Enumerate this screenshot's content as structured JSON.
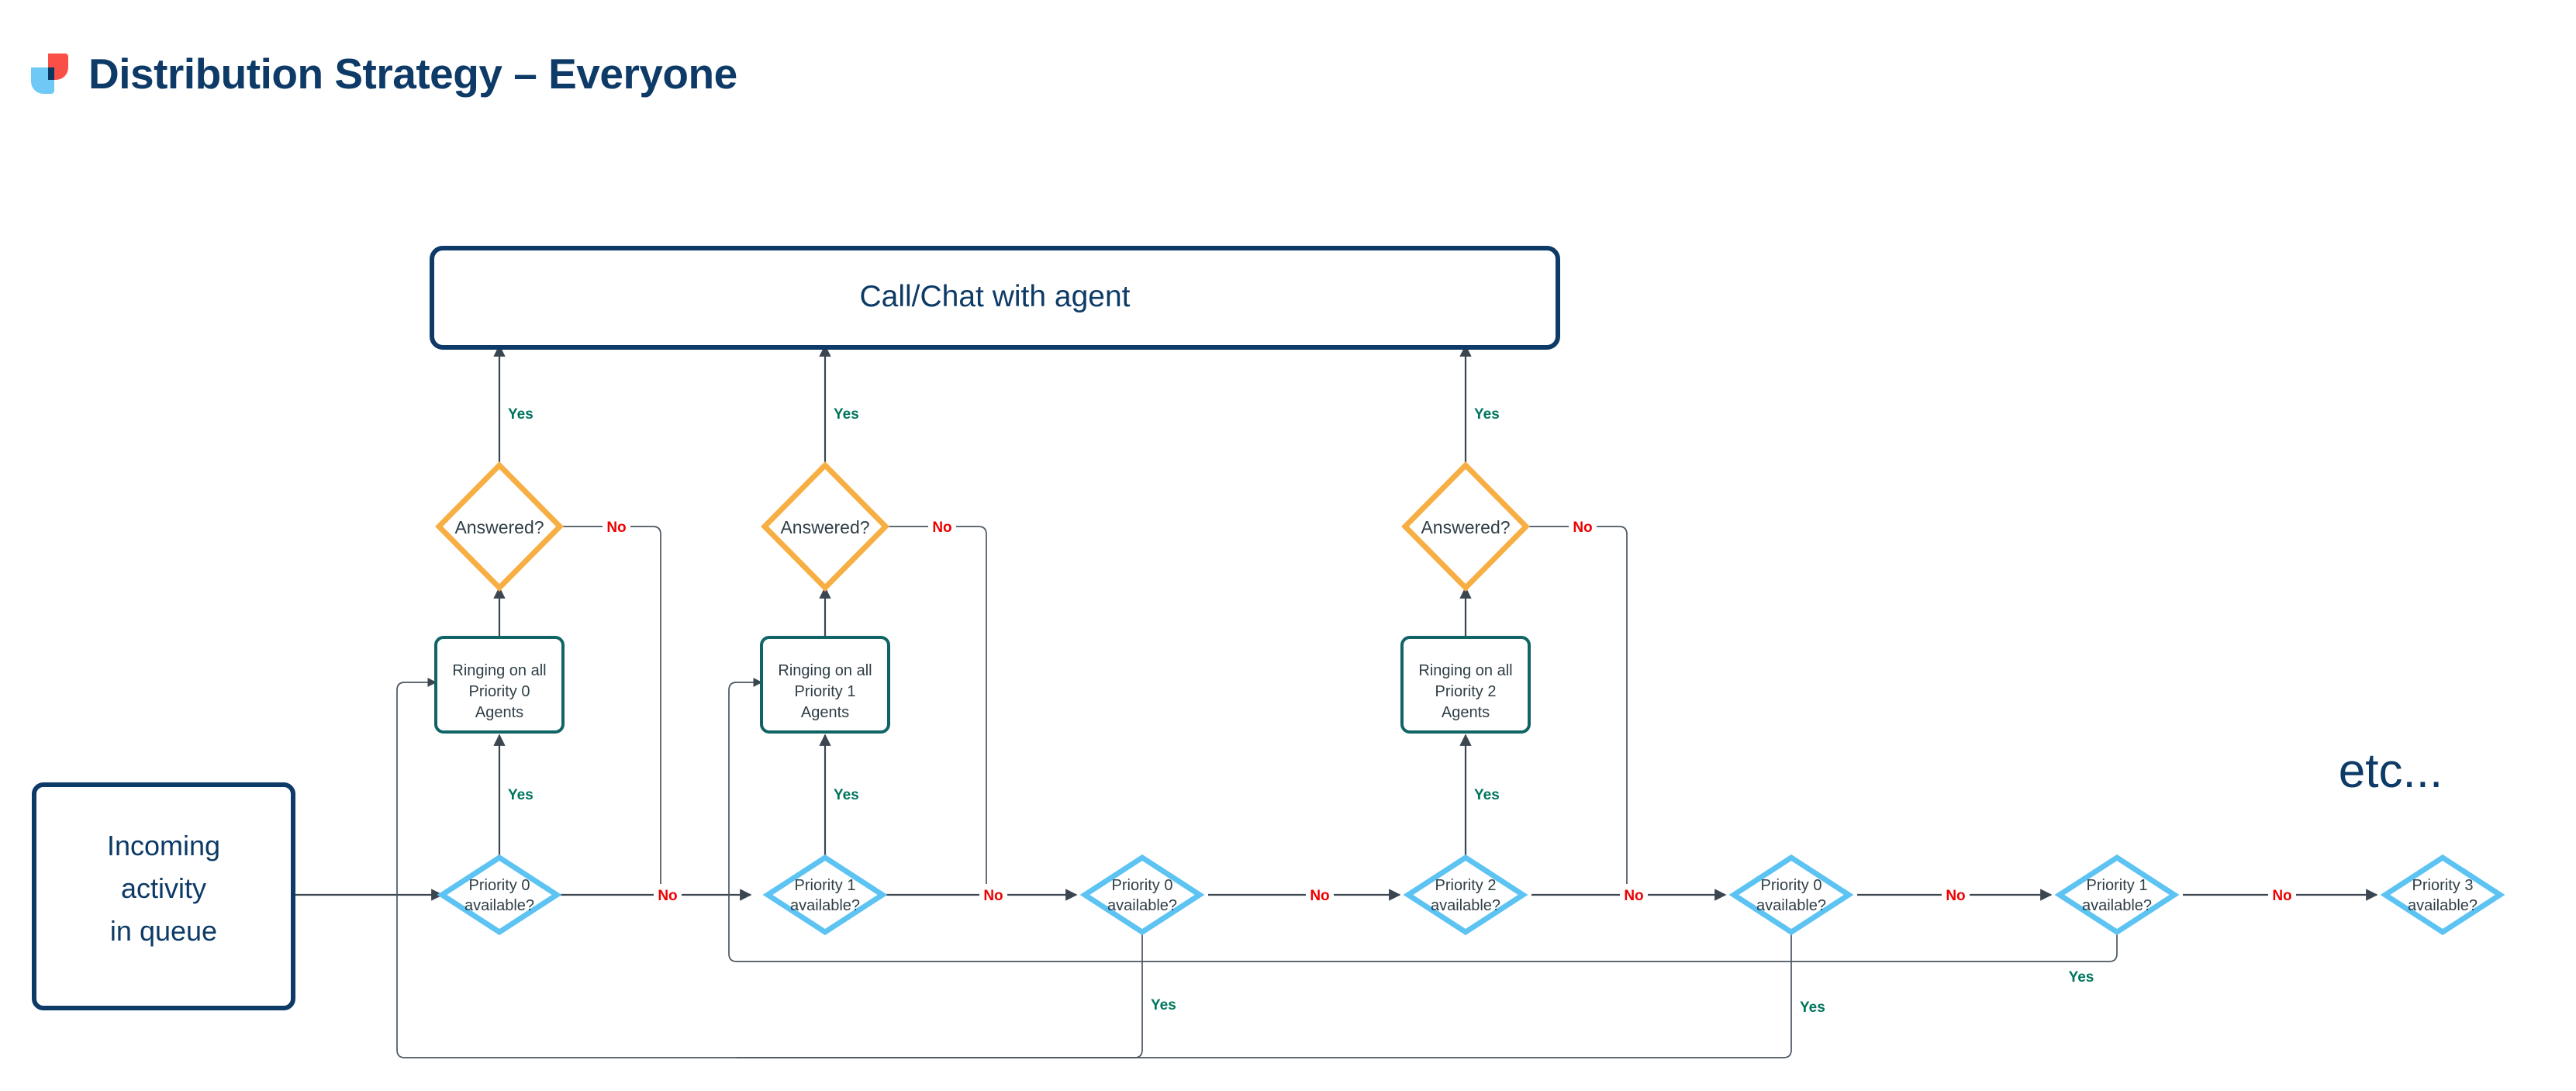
{
  "header": {
    "title": "Distribution Strategy – Everyone",
    "logo_name": "brand-logo",
    "logo_colors": {
      "red": "#f94f46",
      "blue": "#6ec9f7",
      "navy": "#0a3761"
    }
  },
  "colors": {
    "title": "#0d3a66",
    "terminal_border": "#0d3a66",
    "terminal_text": "#0d3a66",
    "process_border": "#116466",
    "process_text": "#2f3e46",
    "decision_orange": "#f7ae43",
    "decision_blue": "#5cc3f2",
    "edge": "#3b4650",
    "label_yes": "#00755e",
    "label_no": "#ef0000"
  },
  "labels": {
    "yes": "Yes",
    "no": "No",
    "etc": "etc..."
  },
  "nodes": {
    "start": {
      "name": "incoming-activity-in-queue",
      "lines": [
        "Incoming",
        "activity",
        "in queue"
      ],
      "shape": "terminal"
    },
    "end": {
      "name": "call-chat-with-agent",
      "lines": [
        "Call/Chat with agent"
      ],
      "shape": "terminal"
    },
    "etc": {
      "name": "etc-ellipsis",
      "text": "etc..."
    },
    "processes": [
      {
        "name": "ringing-priority-0-agents",
        "lines": [
          "Ringing on all",
          "Priority 0",
          "Agents"
        ]
      },
      {
        "name": "ringing-priority-1-agents",
        "lines": [
          "Ringing on all",
          "Priority 1",
          "Agents"
        ]
      },
      {
        "name": "ringing-priority-2-agents",
        "lines": [
          "Ringing on all",
          "Priority 2",
          "Agents"
        ]
      }
    ],
    "answered_decisions": [
      {
        "name": "answered-decision-1",
        "text": "Answered?"
      },
      {
        "name": "answered-decision-2",
        "text": "Answered?"
      },
      {
        "name": "answered-decision-3",
        "text": "Answered?"
      }
    ],
    "availability_decisions": [
      {
        "name": "priority-0-available-1",
        "lines": [
          "Priority 0",
          "available?"
        ]
      },
      {
        "name": "priority-1-available-1",
        "lines": [
          "Priority 1",
          "available?"
        ]
      },
      {
        "name": "priority-0-available-2",
        "lines": [
          "Priority 0",
          "available?"
        ]
      },
      {
        "name": "priority-2-available-1",
        "lines": [
          "Priority 2",
          "available?"
        ]
      },
      {
        "name": "priority-0-available-3",
        "lines": [
          "Priority 0",
          "available?"
        ]
      },
      {
        "name": "priority-1-available-2",
        "lines": [
          "Priority 1",
          "available?"
        ]
      },
      {
        "name": "priority-3-available-1",
        "lines": [
          "Priority 3",
          "available?"
        ]
      }
    ]
  },
  "edge_labels": {
    "answered_yes": [
      "Yes",
      "Yes",
      "Yes"
    ],
    "answered_no": [
      "No",
      "No",
      "No"
    ],
    "available_yes_up": [
      "Yes",
      "Yes"
    ],
    "available_yes_down": [
      "Yes",
      "Yes",
      "Yes"
    ],
    "chain_no": [
      "No",
      "No",
      "No",
      "No",
      "No",
      "No"
    ]
  }
}
